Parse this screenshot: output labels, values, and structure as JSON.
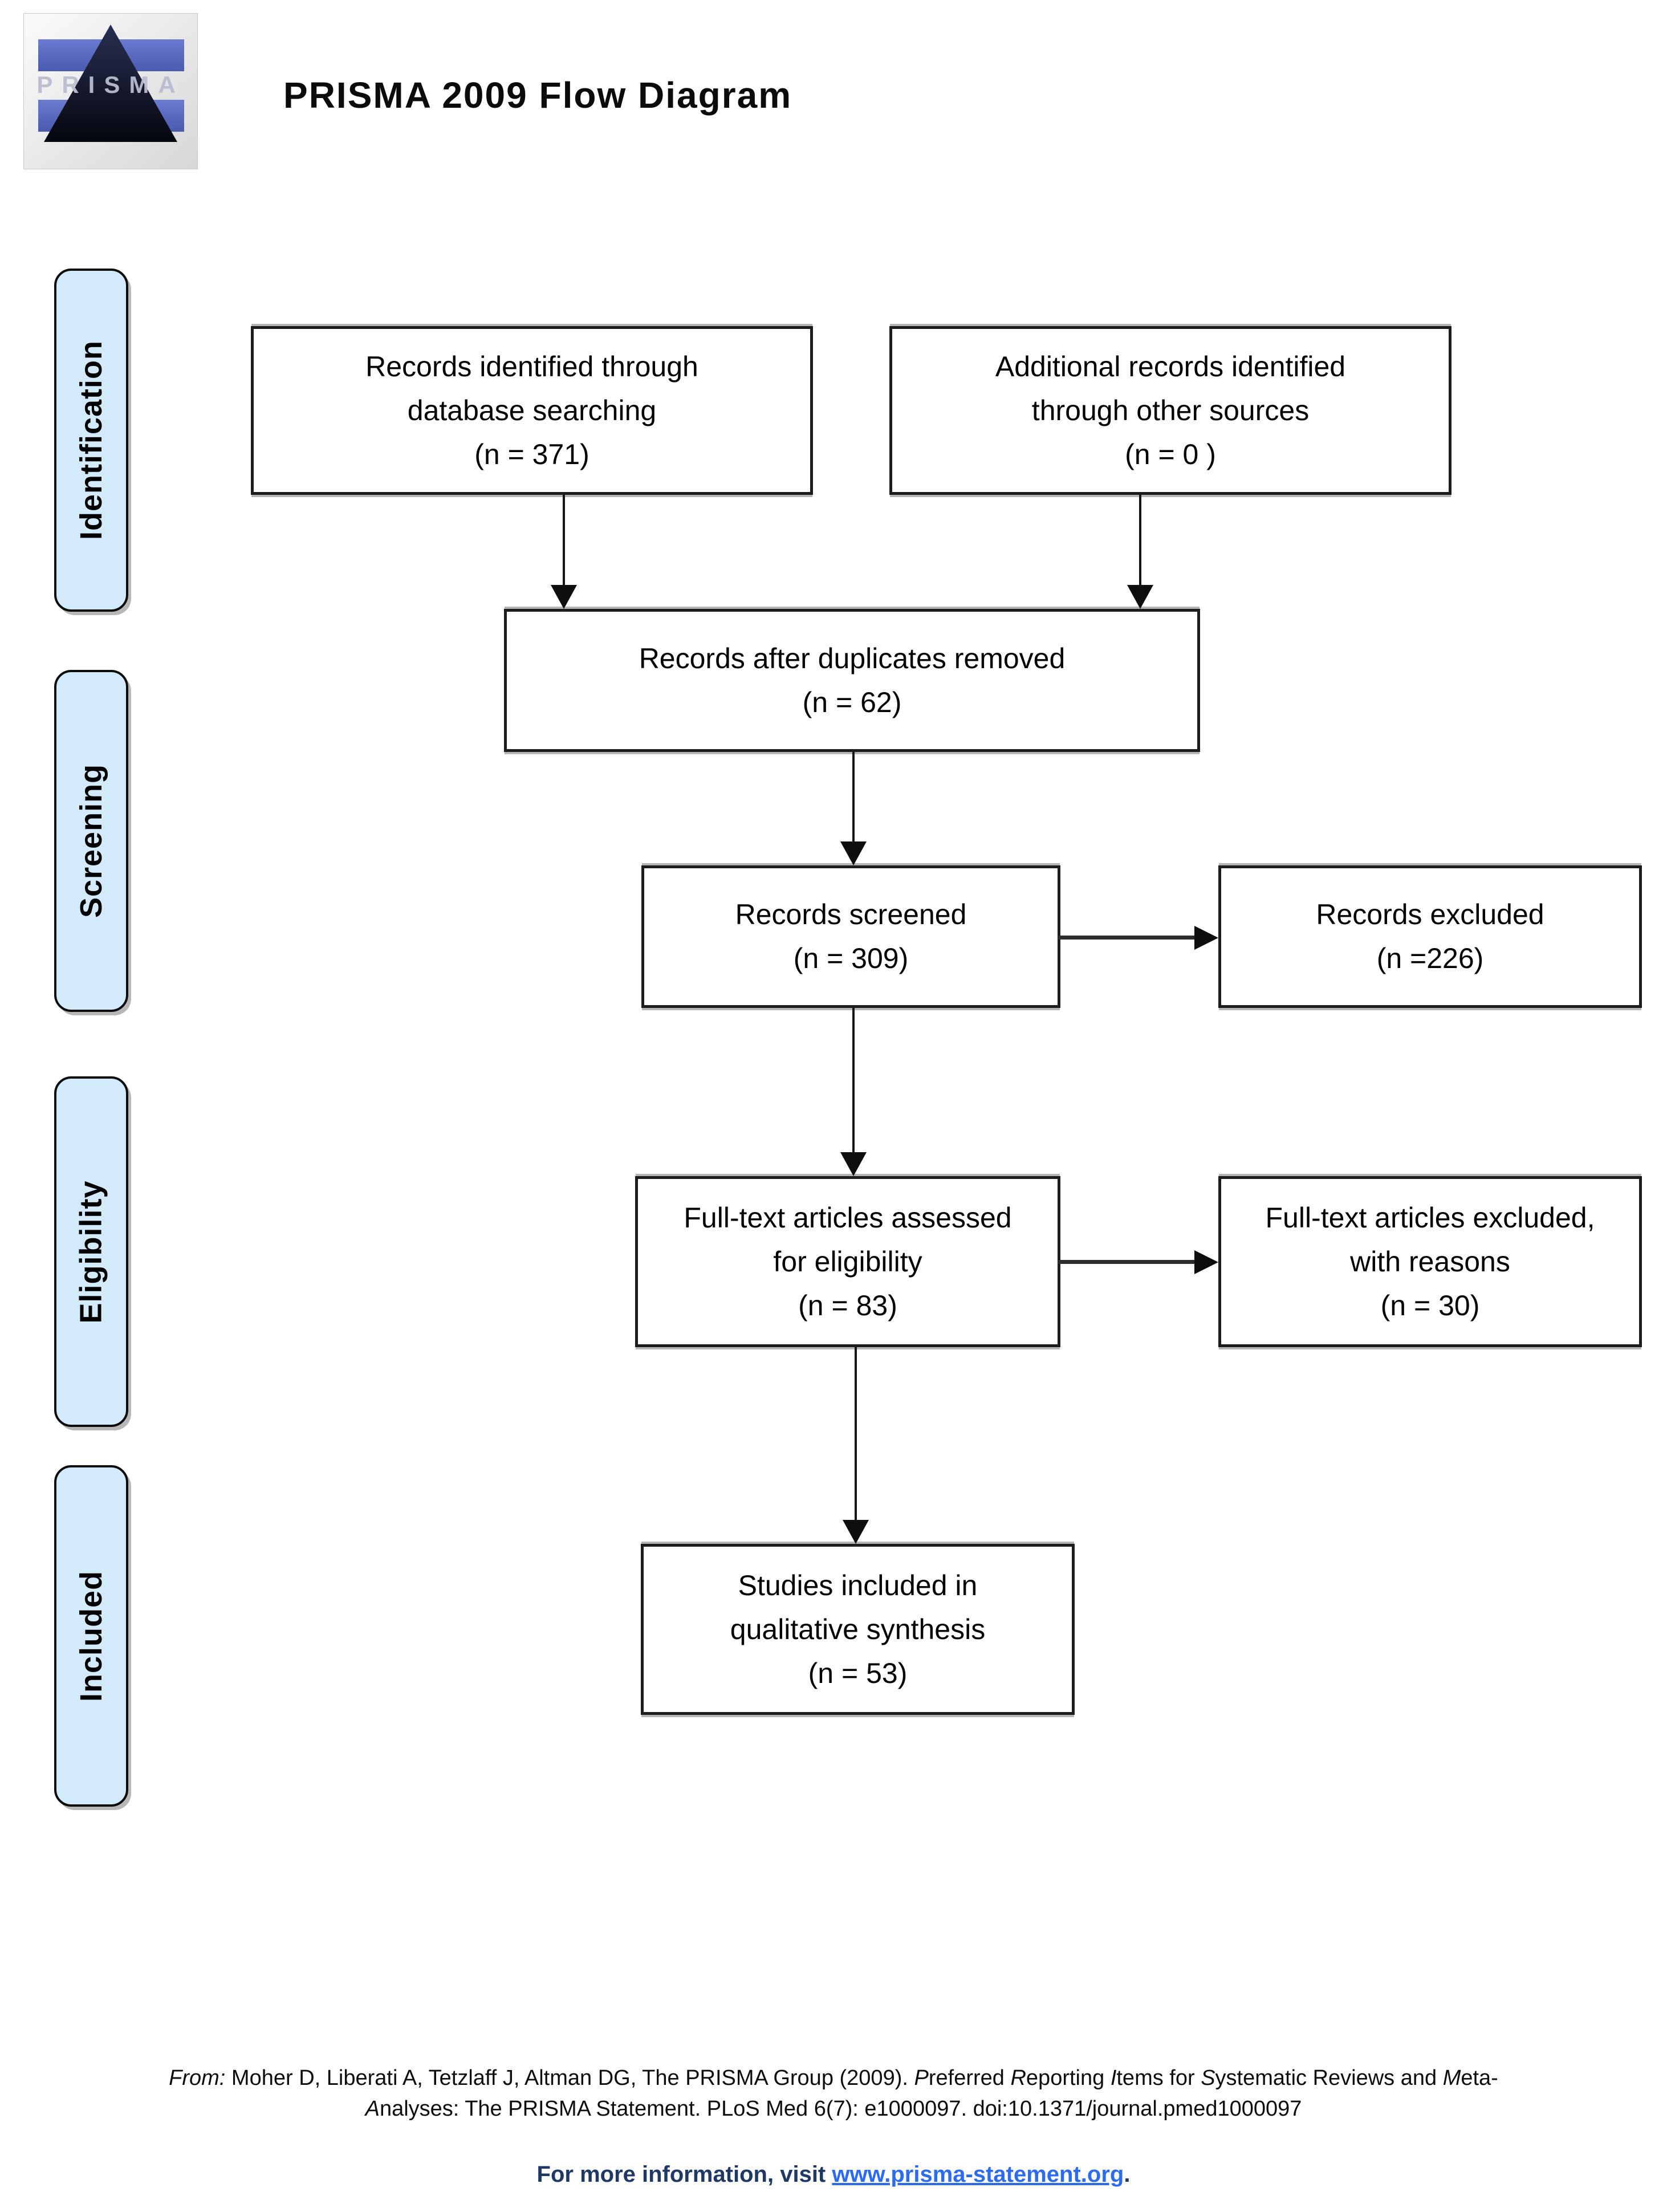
{
  "header": {
    "title": "PRISMA 2009 Flow Diagram",
    "logo_text": "PRISMA"
  },
  "stages": [
    {
      "label": "Identification"
    },
    {
      "label": "Screening"
    },
    {
      "label": "Eligibility"
    },
    {
      "label": "Included"
    }
  ],
  "boxes": {
    "identified": {
      "lines": [
        "Records identified through",
        "database searching",
        "(n = 371)"
      ]
    },
    "additional": {
      "lines": [
        "Additional records identified",
        "through other sources",
        "(n = 0 )"
      ]
    },
    "duplicates": {
      "lines": [
        "Records after duplicates removed",
        "(n = 62)"
      ]
    },
    "screened": {
      "lines": [
        "Records screened",
        "(n = 309)"
      ]
    },
    "excluded": {
      "lines": [
        "Records excluded",
        "(n =226)"
      ]
    },
    "fulltext": {
      "lines": [
        "Full-text articles assessed",
        "for eligibility",
        "(n = 83)"
      ]
    },
    "fulltext_excluded": {
      "lines": [
        "Full-text articles excluded,",
        "with reasons",
        "(n = 30)"
      ]
    },
    "studies_included": {
      "lines": [
        "Studies included in",
        "qualitative synthesis",
        "(n = 53)"
      ]
    }
  },
  "footer": {
    "citation_line1": [
      {
        "t": "From:",
        "i": true
      },
      {
        "t": "  Moher D, Liberati A, Tetzlaff J, Altman DG, The PRISMA Group (2009). ",
        "i": false
      },
      {
        "t": "P",
        "i": true
      },
      {
        "t": "referred ",
        "i": false
      },
      {
        "t": "R",
        "i": true
      },
      {
        "t": "eporting ",
        "i": false
      },
      {
        "t": "I",
        "i": true
      },
      {
        "t": "tems for ",
        "i": false
      },
      {
        "t": "S",
        "i": true
      },
      {
        "t": "ystematic Reviews and ",
        "i": false
      },
      {
        "t": "M",
        "i": true
      },
      {
        "t": "eta-",
        "i": false
      }
    ],
    "citation_line2": [
      {
        "t": "A",
        "i": true
      },
      {
        "t": "nalyses: The PRISMA Statement. PLoS Med 6(7): e1000097. doi:10.1371/journal.pmed1000097",
        "i": false
      }
    ],
    "info_prefix": "For more information, visit ",
    "link_text": "www.prisma-statement.org",
    "info_suffix": "."
  },
  "colors": {
    "stage_fill": "#d3eafb",
    "box_border": "#1c1c1c",
    "link_blue": "#2b6bf0",
    "info_text_navy": "#1f3864",
    "logo_band_blue": "#5a6ac0",
    "logo_triangle_navy": "#10142b"
  }
}
